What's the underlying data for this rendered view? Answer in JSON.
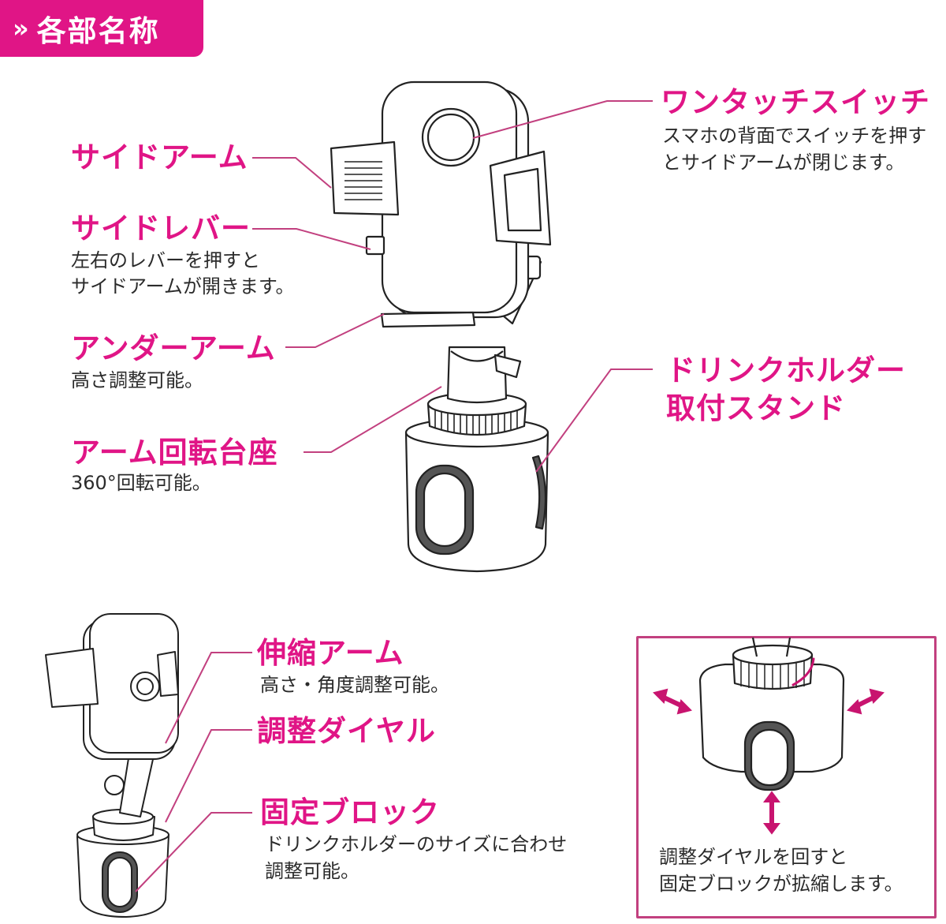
{
  "header": {
    "chevrons": "»",
    "title": "各部名称"
  },
  "labels": {
    "side_arm": "サイドアーム",
    "side_lever": "サイドレバー",
    "side_lever_desc": [
      "左右のレバーを押すと",
      "サイドアームが開きます。"
    ],
    "under_arm": "アンダーアーム",
    "under_arm_desc": "高さ調整可能。",
    "arm_base": "アーム回転台座",
    "arm_base_desc": "360°回転可能。",
    "one_touch": "ワンタッチスイッチ",
    "one_touch_desc": [
      "スマホの背面でスイッチを押す",
      "とサイドアームが閉じます。"
    ],
    "drink_stand": [
      "ドリンクホルダー",
      "取付スタンド"
    ],
    "telescopic_arm": "伸縮アーム",
    "telescopic_arm_desc": "高さ・角度調整可能。",
    "dial": "調整ダイヤル",
    "fixing_block": "固定ブロック",
    "fixing_block_desc": [
      "ドリンクホルダーのサイズに合わせ",
      "調整可能。"
    ],
    "box_desc": [
      "調整ダイヤルを回すと",
      "固定ブロックが拡縮します。"
    ]
  },
  "colors": {
    "accent": "#e01586",
    "line": "#222222",
    "frame": "#c2407f"
  }
}
